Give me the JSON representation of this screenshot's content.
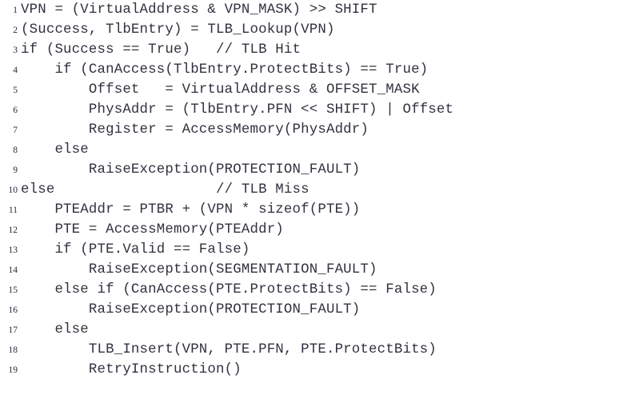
{
  "listing": {
    "language": "pseudocode",
    "background_color": "#ffffff",
    "text_color": "#32323f",
    "lineno_color": "#2a2a3d",
    "lines": [
      {
        "n": "1",
        "code": "VPN = (VirtualAddress & VPN_MASK) >> SHIFT"
      },
      {
        "n": "2",
        "code": "(Success, TlbEntry) = TLB_Lookup(VPN)"
      },
      {
        "n": "3",
        "code": "if (Success == True)   // TLB Hit"
      },
      {
        "n": "4",
        "code": "    if (CanAccess(TlbEntry.ProtectBits) == True)"
      },
      {
        "n": "5",
        "code": "        Offset   = VirtualAddress & OFFSET_MASK"
      },
      {
        "n": "6",
        "code": "        PhysAddr = (TlbEntry.PFN << SHIFT) | Offset"
      },
      {
        "n": "7",
        "code": "        Register = AccessMemory(PhysAddr)"
      },
      {
        "n": "8",
        "code": "    else"
      },
      {
        "n": "9",
        "code": "        RaiseException(PROTECTION_FAULT)"
      },
      {
        "n": "10",
        "code": "else                   // TLB Miss"
      },
      {
        "n": "11",
        "code": "    PTEAddr = PTBR + (VPN * sizeof(PTE))"
      },
      {
        "n": "12",
        "code": "    PTE = AccessMemory(PTEAddr)"
      },
      {
        "n": "13",
        "code": "    if (PTE.Valid == False)"
      },
      {
        "n": "14",
        "code": "        RaiseException(SEGMENTATION_FAULT)"
      },
      {
        "n": "15",
        "code": "    else if (CanAccess(PTE.ProtectBits) == False)"
      },
      {
        "n": "16",
        "code": "        RaiseException(PROTECTION_FAULT)"
      },
      {
        "n": "17",
        "code": "    else"
      },
      {
        "n": "18",
        "code": "        TLB_Insert(VPN, PTE.PFN, PTE.ProtectBits)"
      },
      {
        "n": "19",
        "code": "        RetryInstruction()"
      }
    ]
  }
}
